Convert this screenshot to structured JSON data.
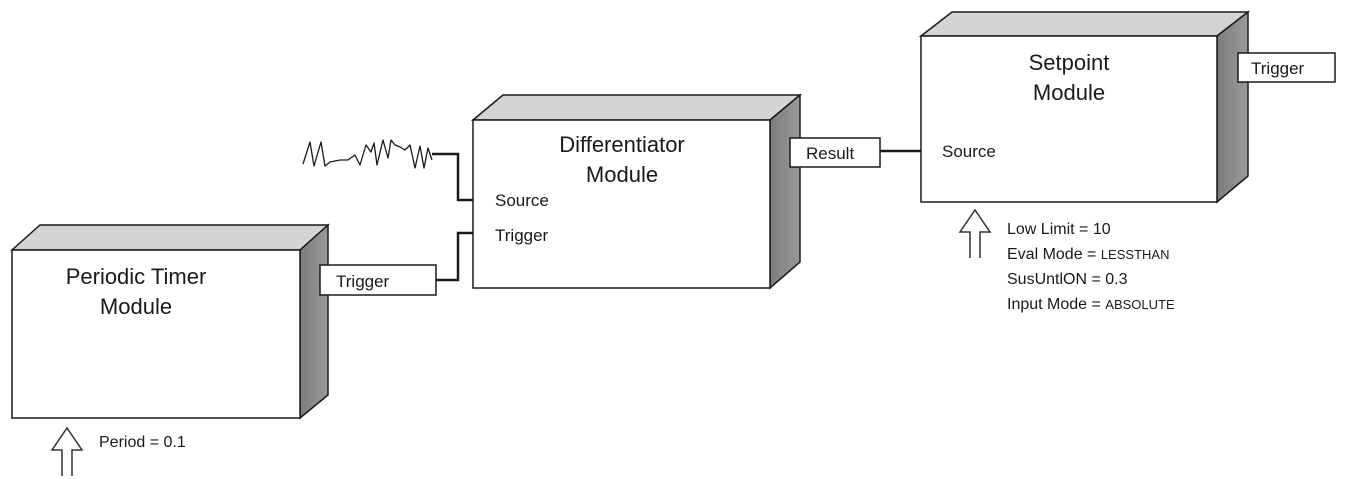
{
  "modules": {
    "timer": {
      "title_line1": "Periodic Timer",
      "title_line2": "Module",
      "output_port": "Trigger",
      "params": [
        {
          "label": "Period = ",
          "value": "0.1"
        }
      ]
    },
    "differentiator": {
      "title_line1": "Differentiator",
      "title_line2": "Module",
      "input_ports": [
        "Source",
        "Trigger"
      ],
      "output_port": "Result"
    },
    "setpoint": {
      "title_line1": "Setpoint",
      "title_line2": "Module",
      "input_ports": [
        "Source"
      ],
      "output_port": "Trigger",
      "params": [
        {
          "label": "Low Limit = ",
          "value": "10"
        },
        {
          "label": "Eval Mode = ",
          "value": "LESSTHAN"
        },
        {
          "label": "SusUntlON = ",
          "value": "0.3"
        },
        {
          "label": "Input Mode = ",
          "value": "ABSOLUTE"
        }
      ]
    }
  },
  "colors": {
    "box_front": "#ffffff",
    "box_top": "#d4d4d4",
    "box_side": "#8a8a8a",
    "stroke": "#1a1a1a"
  },
  "icons": [
    "up-arrow-icon",
    "waveform-signal-icon"
  ]
}
